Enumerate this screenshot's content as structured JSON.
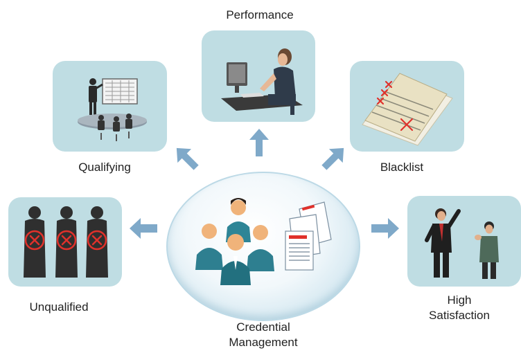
{
  "nodes": {
    "performance": "Performance",
    "qualifying": "Qualifying",
    "blacklist": "Blacklist",
    "unqualified": "Unqualified",
    "high_satisfaction_line1": "High",
    "high_satisfaction_line2": "Satisfaction",
    "center_line1": "Credential",
    "center_line2": "Management"
  },
  "colors": {
    "box_bg": "#bfdde3",
    "arrow": "#7fa9c9",
    "reject_mark": "#e0312b"
  },
  "icons": {
    "performance": "woman-at-computer-icon",
    "qualifying": "presentation-meeting-icon",
    "blacklist": "crossed-out-list-icon",
    "unqualified": "rejected-people-icon",
    "high_satisfaction": "applause-people-icon",
    "center": "team-documents-icon"
  }
}
